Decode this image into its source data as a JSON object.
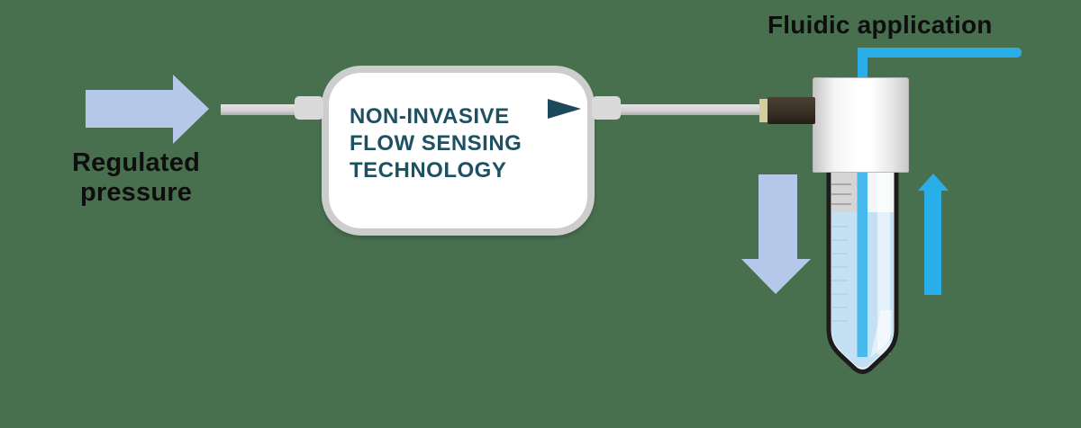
{
  "background_color": "#48704F",
  "pressure_source": {
    "label_line1": "Regulated",
    "label_line2": "pressure",
    "arrow_color": "#B5C8E9"
  },
  "sensor": {
    "title_line1": "NON-INVASIVE",
    "title_line2": "FLOW SENSING",
    "title_line3": "TECHNOLOGY",
    "text_color": "#1D5162",
    "flow_direction_icon": "play-triangle-right",
    "icon_color": "#1C4A5A",
    "box_fill": "#FFFFFF",
    "box_border_color": "#CDCDCD"
  },
  "application": {
    "label": "Fluidic application",
    "supply_tube_color": "#29AEE7"
  },
  "flow_arrows": {
    "down_arrow_color": "#B5C8E9",
    "up_arrow_color": "#29AEE7"
  },
  "vial": {
    "liquid_color": "#C3E1F2",
    "cap_color": "#FFFFFF",
    "connector_color": "#3A3126",
    "collar_color": "#D6CD9C",
    "outline_color": "#1C1C1C",
    "inner_tube_color": "#47B9EA"
  },
  "tubing": {
    "line_color": "#D2D2D2",
    "port_color": "#D9D9D9"
  }
}
